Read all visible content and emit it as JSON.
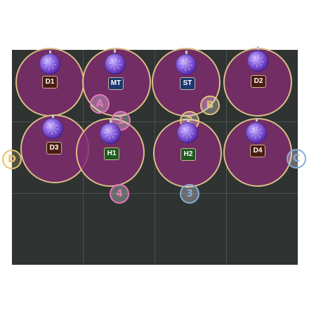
{
  "scene": {
    "background": "#ffffff",
    "arena_color": "#2f3331",
    "grid": {
      "columns": 4,
      "rows": 3
    }
  },
  "aoe": {
    "fill": "#802c70",
    "border": "#d8bf84",
    "orb_icon": "purple-crystal-orb"
  },
  "players": [
    {
      "id": "d1",
      "label": "D1",
      "role": "dps",
      "color": "#4a1c12"
    },
    {
      "id": "mt",
      "label": "MT",
      "role": "tank",
      "color": "#1a3872"
    },
    {
      "id": "st",
      "label": "ST",
      "role": "tank",
      "color": "#1a3872"
    },
    {
      "id": "d2",
      "label": "D2",
      "role": "dps",
      "color": "#4a1c12"
    },
    {
      "id": "d3",
      "label": "D3",
      "role": "dps",
      "color": "#4a1c12"
    },
    {
      "id": "h1",
      "label": "H1",
      "role": "healer",
      "color": "#1f5a22"
    },
    {
      "id": "h2",
      "label": "H2",
      "role": "healer",
      "color": "#1f5a22"
    },
    {
      "id": "d4",
      "label": "D4",
      "role": "dps",
      "color": "#4a1c12"
    }
  ],
  "waymarks": [
    {
      "id": "a",
      "glyph": "A",
      "color": "#e07ab8"
    },
    {
      "id": "b",
      "glyph": "B",
      "color": "#e1c27a"
    },
    {
      "id": "c",
      "glyph": "C",
      "color": "#8aaad8"
    },
    {
      "id": "d",
      "glyph": "D",
      "color": "#e07ab8"
    },
    {
      "id": "one",
      "glyph": "1",
      "color": "#e07ab8"
    },
    {
      "id": "two",
      "glyph": "2",
      "color": "#e1c27a"
    },
    {
      "id": "three",
      "glyph": "3",
      "color": "#8aaad8"
    },
    {
      "id": "four",
      "glyph": "4",
      "color": "#e07ab8"
    }
  ]
}
